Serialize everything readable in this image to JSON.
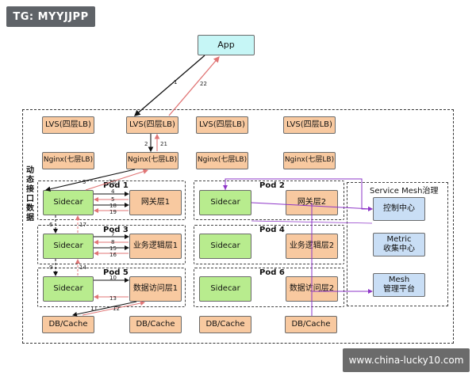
{
  "badge": "TG: MYYJJPP",
  "footer": "www.china-lucky10.com",
  "app": "App",
  "lvs": [
    "LVS(四层LB)",
    "LVS(四层LB)",
    "LVS(四层LB)",
    "LVS(四层LB)"
  ],
  "nginx": [
    "Nginx(七层LB)",
    "Nginx(七层LB)",
    "Nginx(七层LB)",
    "Nginx(七层LB)"
  ],
  "vertical_label": "动态接口数据",
  "pods": {
    "pod1": "Pod 1",
    "pod2": "Pod 2",
    "pod3": "Pod 3",
    "pod4": "Pod 4",
    "pod5": "Pod 5",
    "pod6": "Pod 6"
  },
  "sidecar": "Sidecar",
  "layers": {
    "gateway": "网关层1",
    "logic": "业务逻辑层1",
    "data": "数据访问层1",
    "gateway2": "网关层2",
    "logic2": "业务逻辑层2",
    "data2": "数据访问层2"
  },
  "db": [
    "DB/Cache",
    "DB/Cache",
    "DB/Cache",
    "DB/Cache"
  ],
  "mesh": {
    "title": "Service Mesh治理",
    "control": "控制中心",
    "metric": "Metric\n收集中心",
    "mgmt": "Mesh\n管理平台"
  },
  "numbers": [
    "1",
    "2",
    "3",
    "4",
    "5",
    "6",
    "7",
    "8",
    "9",
    "10",
    "11",
    "12",
    "13",
    "14",
    "15",
    "16",
    "17",
    "18",
    "19",
    "20",
    "21",
    "22"
  ],
  "colors": {
    "orange_box": "#f8c9a0",
    "green_box": "#b8ec8e",
    "cyan_box": "#c6f6f6",
    "blue_box": "#c9def5",
    "request_arrow": "#111111",
    "response_arrow": "#e07575",
    "control_arrow": "#8e36c8"
  }
}
